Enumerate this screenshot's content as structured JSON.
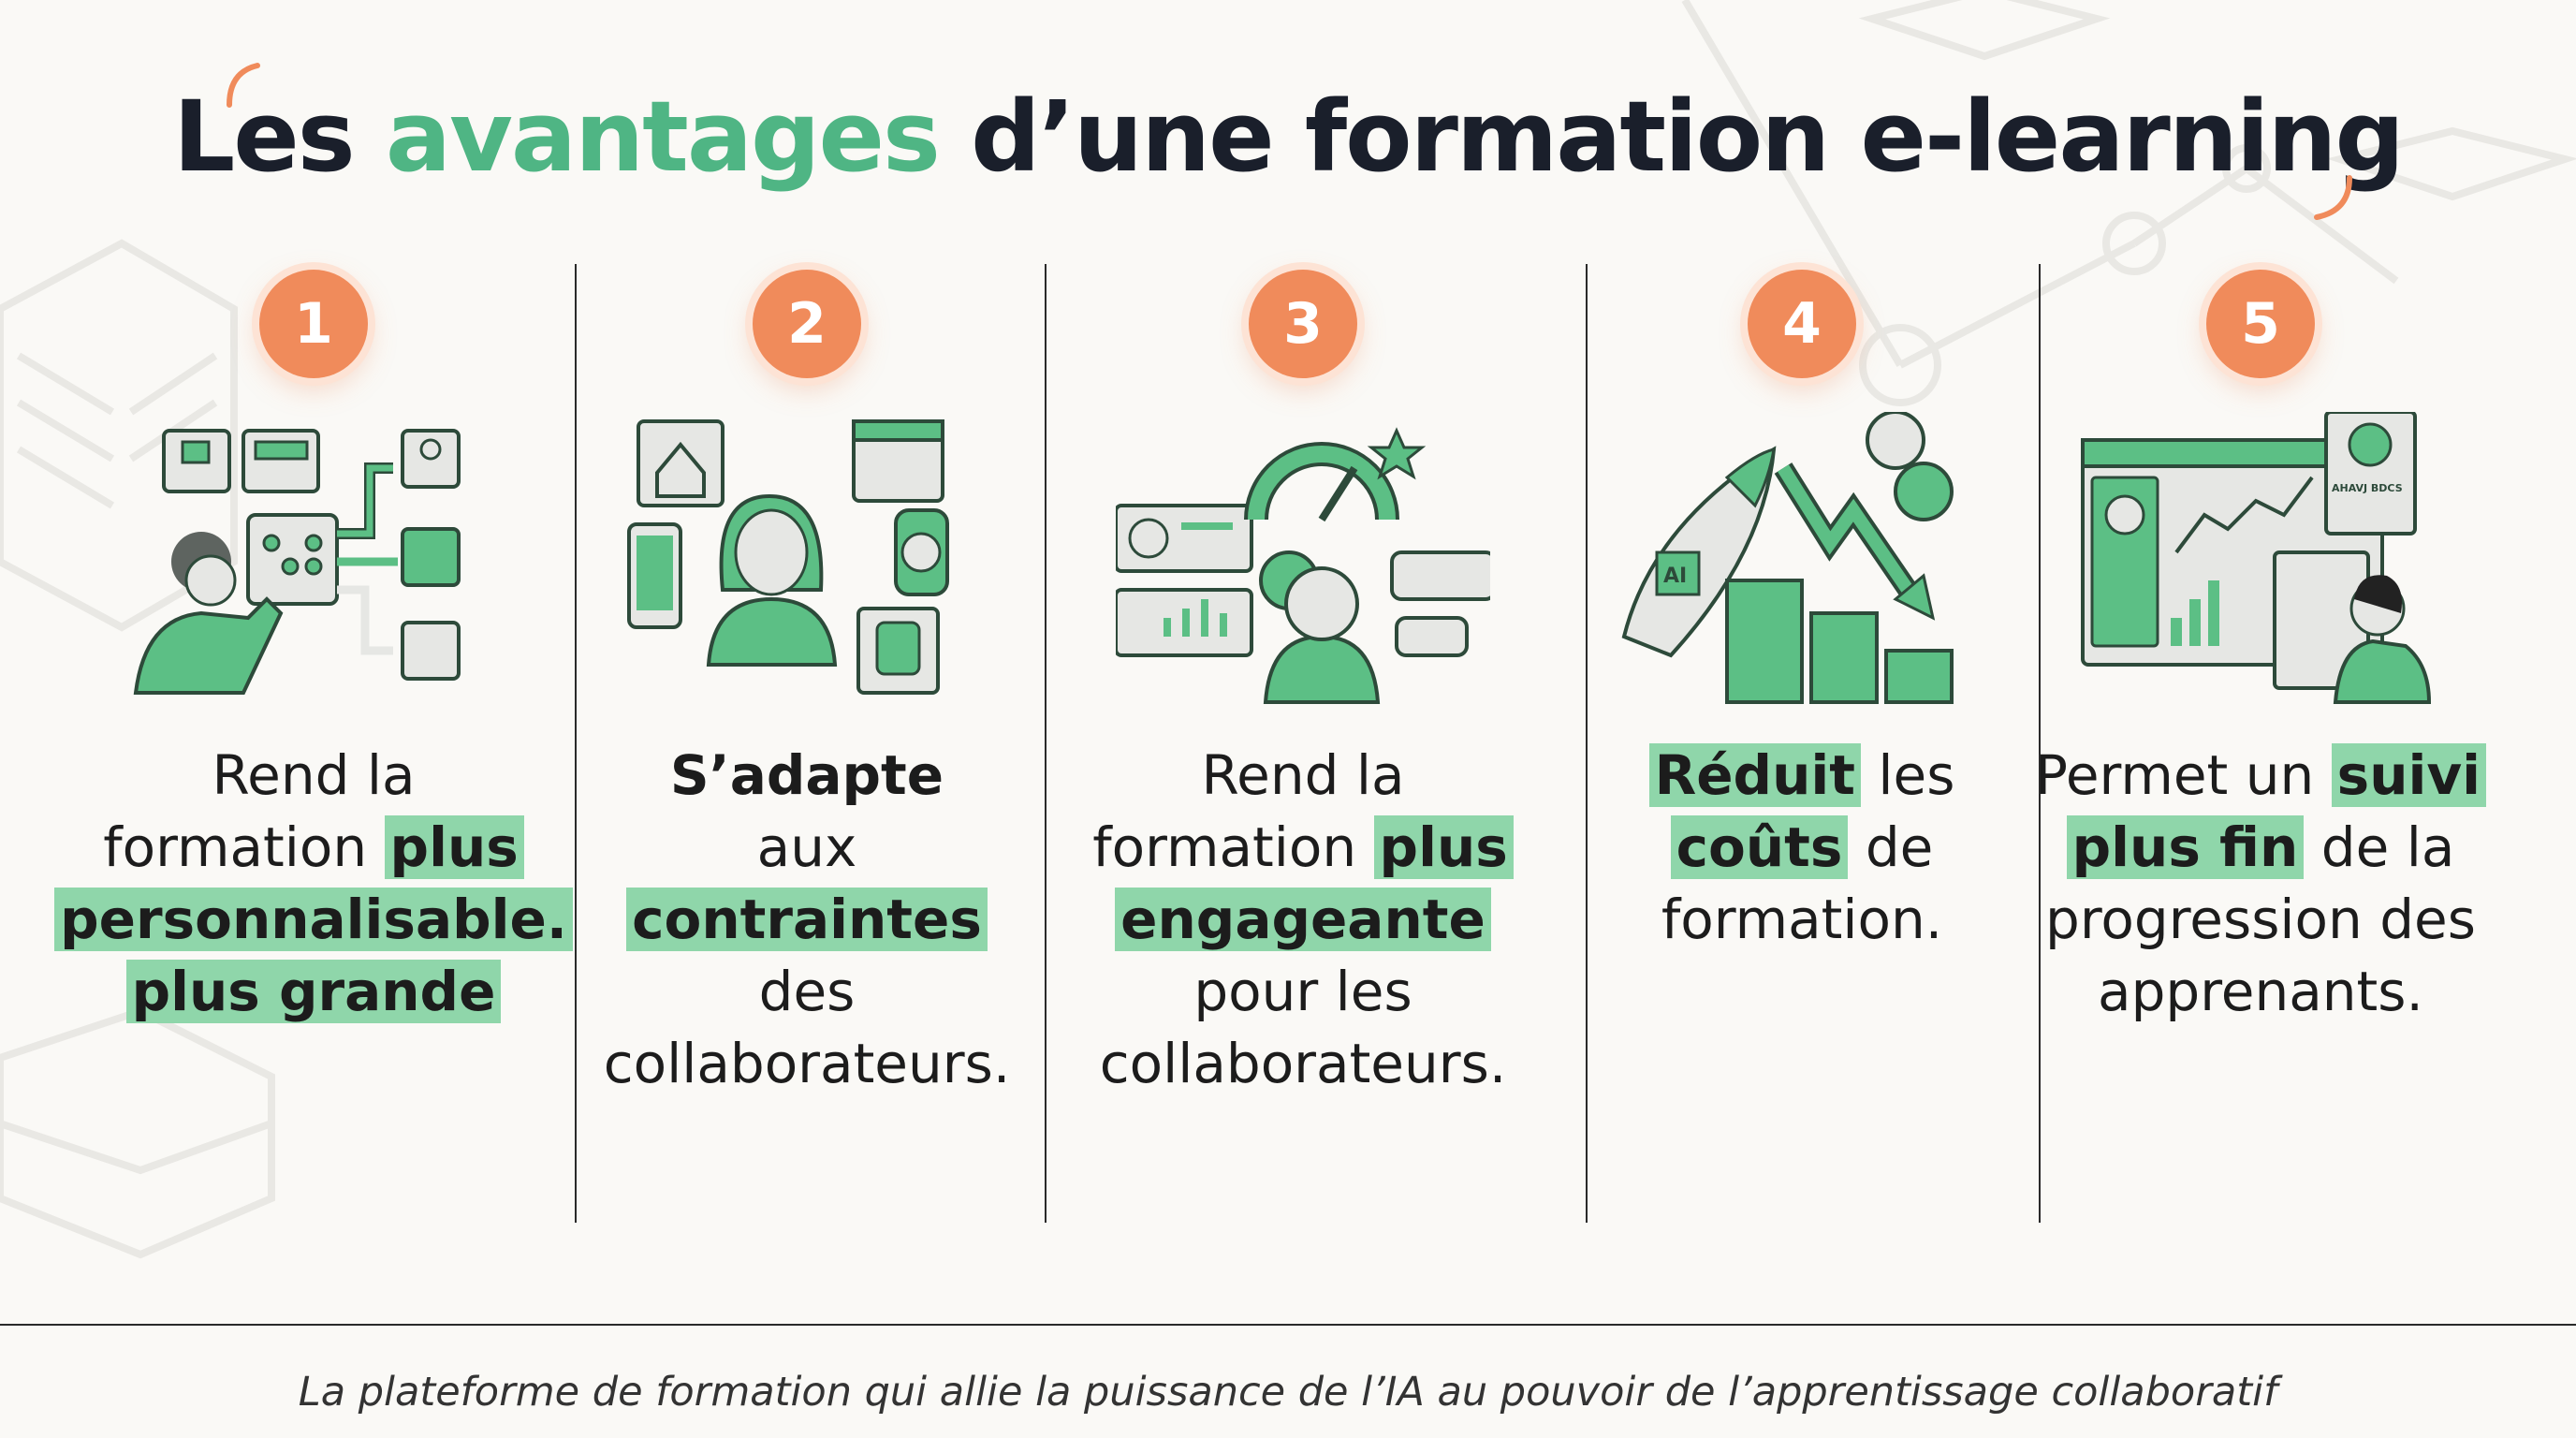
{
  "title": {
    "part1": "Les ",
    "accent": "avantages",
    "part2": " d’une formation e-learning"
  },
  "colors": {
    "accent_green": "#4fb584",
    "highlight": "#8fd6aa",
    "badge_orange": "#f08b5b",
    "icon_green": "#5cbf85"
  },
  "columns": [
    {
      "number": "1",
      "icon": "personalization-dashboard-icon",
      "lines": [
        [
          {
            "t": "Rend la",
            "s": ""
          }
        ],
        [
          {
            "t": "formation ",
            "s": ""
          },
          {
            "t": "plus",
            "s": "hl"
          }
        ],
        [
          {
            "t": "personnalisable.",
            "s": "hl"
          }
        ],
        [
          {
            "t": "plus grande",
            "s": "hl"
          }
        ]
      ]
    },
    {
      "number": "2",
      "icon": "flexible-learner-icon",
      "lines": [
        [
          {
            "t": "S’adapte",
            "s": "b"
          }
        ],
        [
          {
            "t": "aux",
            "s": ""
          }
        ],
        [
          {
            "t": "contraintes",
            "s": "hl"
          }
        ],
        [
          {
            "t": "des",
            "s": ""
          }
        ],
        [
          {
            "t": "collaborateurs.",
            "s": ""
          }
        ]
      ]
    },
    {
      "number": "3",
      "icon": "engagement-gauge-icon",
      "lines": [
        [
          {
            "t": "Rend la",
            "s": ""
          }
        ],
        [
          {
            "t": "formation ",
            "s": ""
          },
          {
            "t": "plus",
            "s": "hl"
          }
        ],
        [
          {
            "t": "engageante",
            "s": "hl"
          }
        ],
        [
          {
            "t": "pour les",
            "s": ""
          }
        ],
        [
          {
            "t": "collaborateurs.",
            "s": ""
          }
        ]
      ]
    },
    {
      "number": "4",
      "icon": "cost-reduction-rocket-icon",
      "icon_text": "AI",
      "lines": [
        [
          {
            "t": "Réduit",
            "s": "hl"
          },
          {
            "t": " les",
            "s": ""
          }
        ],
        [
          {
            "t": "coûts",
            "s": "hl"
          },
          {
            "t": " de",
            "s": ""
          }
        ],
        [
          {
            "t": "formation.",
            "s": ""
          }
        ]
      ]
    },
    {
      "number": "5",
      "icon": "analytics-dashboard-icon",
      "icon_text": "AHAVJ BDCS",
      "lines": [
        [
          {
            "t": "Permet un ",
            "s": ""
          },
          {
            "t": "suivi",
            "s": "hl"
          }
        ],
        [
          {
            "t": "plus fin",
            "s": "hl"
          },
          {
            "t": " de la",
            "s": ""
          }
        ],
        [
          {
            "t": "progression des",
            "s": ""
          }
        ],
        [
          {
            "t": "apprenants.",
            "s": ""
          }
        ]
      ]
    }
  ],
  "footer": "La plateforme de formation qui allie la puissance de l’IA au pouvoir de l’apprentissage collaboratif"
}
